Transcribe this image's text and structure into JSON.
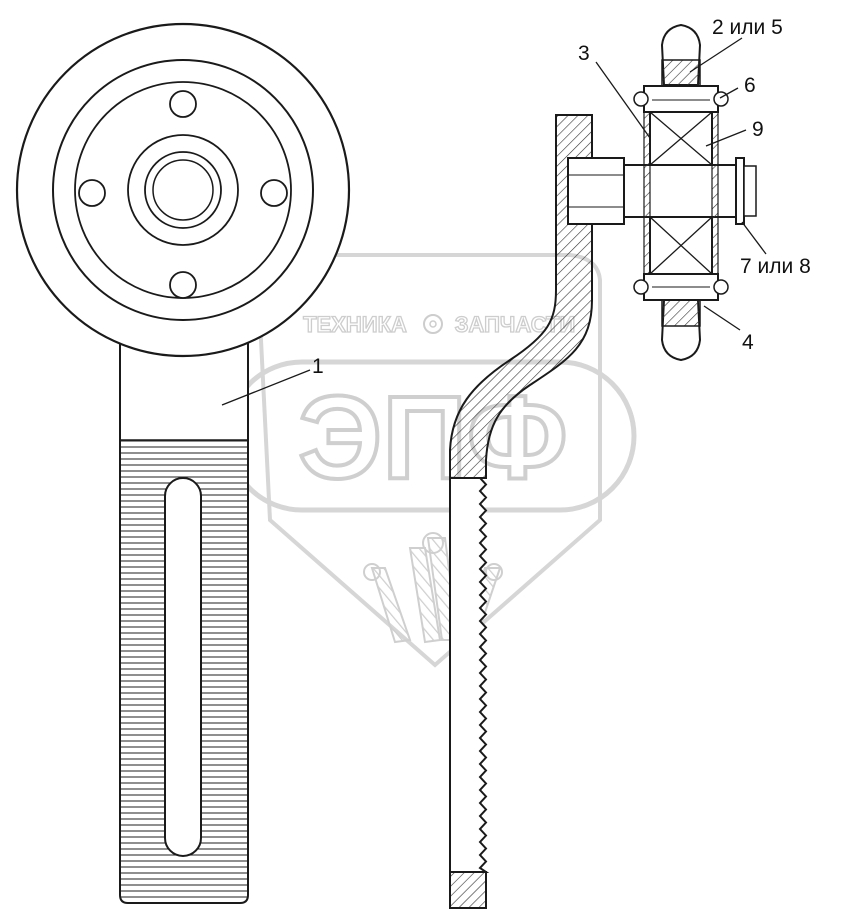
{
  "watermark": {
    "tagline_left": "ТЕХНИКА",
    "tagline_right": "ЗАПЧАСТИ",
    "logo": "ЭПФ",
    "color": "#cfcfcf"
  },
  "callouts": {
    "c1": "1",
    "c2": "2 или 5",
    "c3": "3",
    "c4": "4",
    "c6": "6",
    "c7": "7 или 8",
    "c9": "9"
  },
  "colors": {
    "line": "#1a1a1a",
    "hatch": "#333333",
    "background": "#ffffff"
  }
}
